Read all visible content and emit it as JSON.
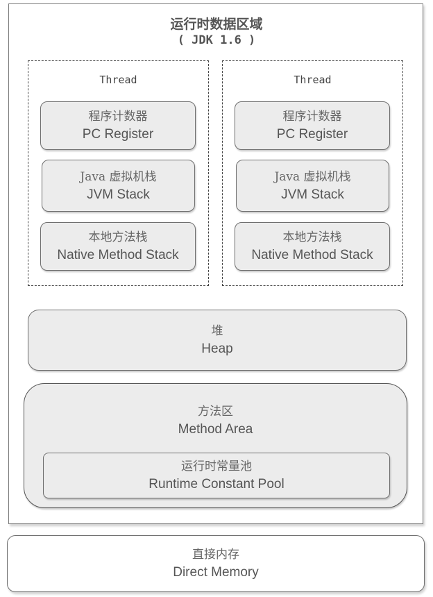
{
  "runtime_area": {
    "title": "运行时数据区域",
    "subtitle": "( JDK 1.6 )"
  },
  "threads": [
    {
      "label": "Thread",
      "pc_register": {
        "cn": "程序计数器",
        "en": "PC Register"
      },
      "jvm_stack": {
        "cn": "Java 虚拟机栈",
        "en": "JVM Stack"
      },
      "native_stack": {
        "cn": "本地方法栈",
        "en": "Native Method Stack"
      }
    },
    {
      "label": "Thread",
      "pc_register": {
        "cn": "程序计数器",
        "en": "PC Register"
      },
      "jvm_stack": {
        "cn": "Java 虚拟机栈",
        "en": "JVM Stack"
      },
      "native_stack": {
        "cn": "本地方法栈",
        "en": "Native Method Stack"
      }
    }
  ],
  "heap": {
    "cn": "堆",
    "en": "Heap"
  },
  "method_area": {
    "cn": "方法区",
    "en": "Method Area",
    "constant_pool": {
      "cn": "运行时常量池",
      "en": "Runtime Constant Pool"
    }
  },
  "direct_memory": {
    "cn": "直接内存",
    "en": "Direct Memory"
  }
}
